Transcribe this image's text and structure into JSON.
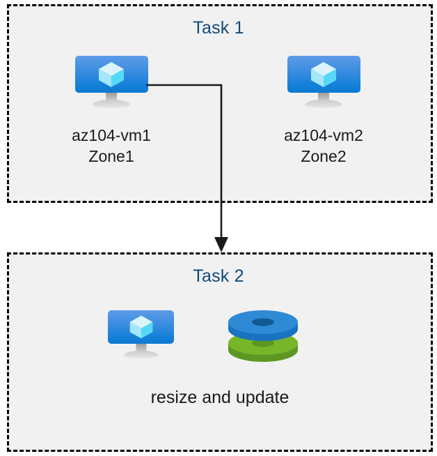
{
  "diagram": {
    "title_color": "#11497a",
    "box_fill": "#f1f1f1",
    "box_border_color": "#000000",
    "label_color": "#1a1a1a",
    "connector_color": "#1a1a1a"
  },
  "task1": {
    "title": "Task 1",
    "nodes": [
      {
        "icon": "virtual-machine-icon",
        "name": "az104-vm1",
        "zone": "Zone1",
        "label": "az104-vm1\nZone1"
      },
      {
        "icon": "virtual-machine-icon",
        "name": "az104-vm2",
        "zone": "Zone2",
        "label": "az104-vm2\nZone2"
      }
    ]
  },
  "task2": {
    "title": "Task 2",
    "caption": "resize and update",
    "icons": [
      {
        "icon": "virtual-machine-icon",
        "name": "virtual machine"
      },
      {
        "icon": "managed-disks-icon",
        "name": "managed disks",
        "top_disk_color": "#2a8ad4",
        "bottom_disk_color": "#72b02e"
      }
    ]
  },
  "connector": {
    "name": "flow-arrow",
    "from": "az104-vm1",
    "to": "Task 2",
    "direction": "down",
    "arrowhead": "filled-triangle"
  },
  "icon_colors": {
    "monitor_screen_top": "#5d9ce8",
    "monitor_screen_bottom": "#0c79d2",
    "monitor_stand": "#cbcbcb",
    "cube_top": "#d4f2fb",
    "cube_left": "#a8e7f7",
    "cube_right": "#4fd8f7"
  }
}
